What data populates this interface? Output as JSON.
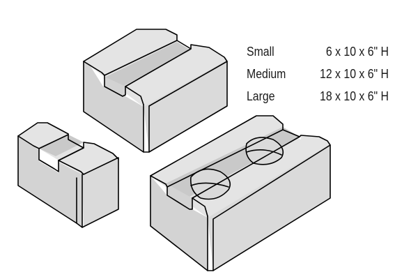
{
  "sizes": [
    {
      "name": "Small",
      "dims": "6 x 10 x 6\" H"
    },
    {
      "name": "Medium",
      "dims": "12 x 10 x 6\" H"
    },
    {
      "name": "Large",
      "dims": "18 x 10 x 6\" H"
    }
  ],
  "blocks": [
    {
      "name": "Small"
    },
    {
      "name": "Medium"
    },
    {
      "name": "Large"
    }
  ]
}
